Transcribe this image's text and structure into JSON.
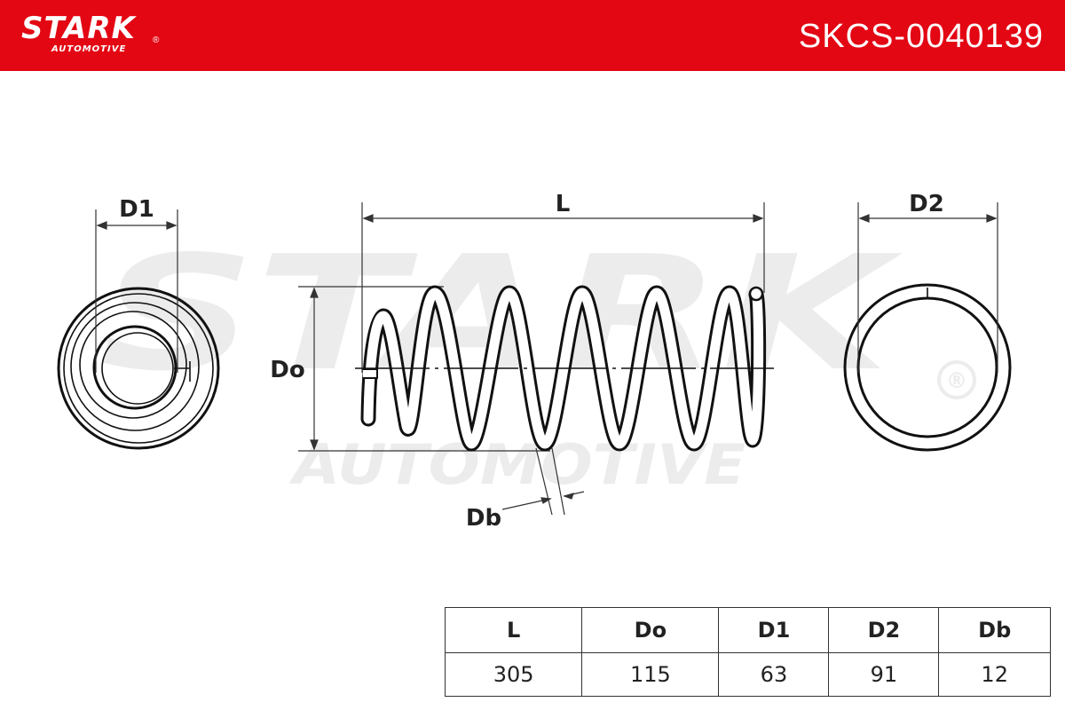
{
  "header": {
    "brand": "STARK",
    "brand_sub": "AUTOMOTIVE",
    "registered": "®",
    "part_number": "SKCS-0040139",
    "bg_color": "#e30613"
  },
  "watermark": {
    "main": "STARK",
    "sub": "AUTOMOTIVE",
    "registered": "®"
  },
  "diagram": {
    "labels": {
      "d1": "D1",
      "l": "L",
      "d2": "D2",
      "do": "Do",
      "db": "Db"
    }
  },
  "table": {
    "headers": [
      "L",
      "Do",
      "D1",
      "D2",
      "Db"
    ],
    "values": [
      "305",
      "115",
      "63",
      "91",
      "12"
    ]
  }
}
